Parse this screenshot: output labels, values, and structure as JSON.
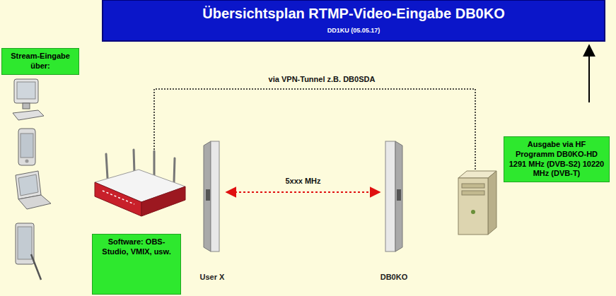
{
  "diagram": {
    "title": "Übersichtsplan RTMP-Video-Eingabe DB0KO",
    "nodes": [
      {
        "text": [
          "Stream-Eingabe über:"
        ]
      },
      {
        "text": [
          "User X"
        ]
      },
      {
        "text": [
          "DB0KO"
        ]
      },
      {
        "text": [
          "Ausgabe via HF Programm DB0KO-HD 1291 MHz (DVB-S2) 10220 MHz (DVB-T)"
        ]
      },
      {
        "text": [
          "Software: OBS-Studio, VMIX, usw."
        ]
      }
    ],
    "edges": [
      {
        "from": 1,
        "to": 2,
        "label": "5xxx MHz",
        "arrow": "both"
      }
    ],
    "labels": [
      "DD1KU (05.05.17)",
      "via VPN-Tunnel z.B. DB0SDA"
    ]
  }
}
